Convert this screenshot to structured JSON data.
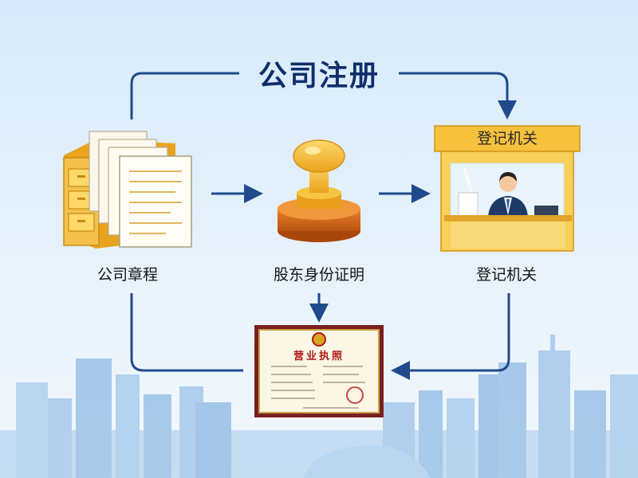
{
  "title": "公司注册",
  "steps": [
    {
      "label": "公司章程",
      "icon": "document-folder-icon"
    },
    {
      "label": "股东身份证明",
      "icon": "stamp-icon"
    },
    {
      "label": "登记机关",
      "icon": "registration-booth-icon"
    }
  ],
  "booth_sign": "登记机关",
  "result": {
    "label": "营业执照",
    "icon": "business-license-icon"
  },
  "colors": {
    "flow_arrow": "#1f4a8c",
    "title": "#0f2f6b",
    "folder": "#f3c04c",
    "stamp_handle": "#f2b528",
    "stamp_base": "#d96c1a",
    "license_frame": "#7a1f1f",
    "skyline": "#8fbbe6"
  }
}
